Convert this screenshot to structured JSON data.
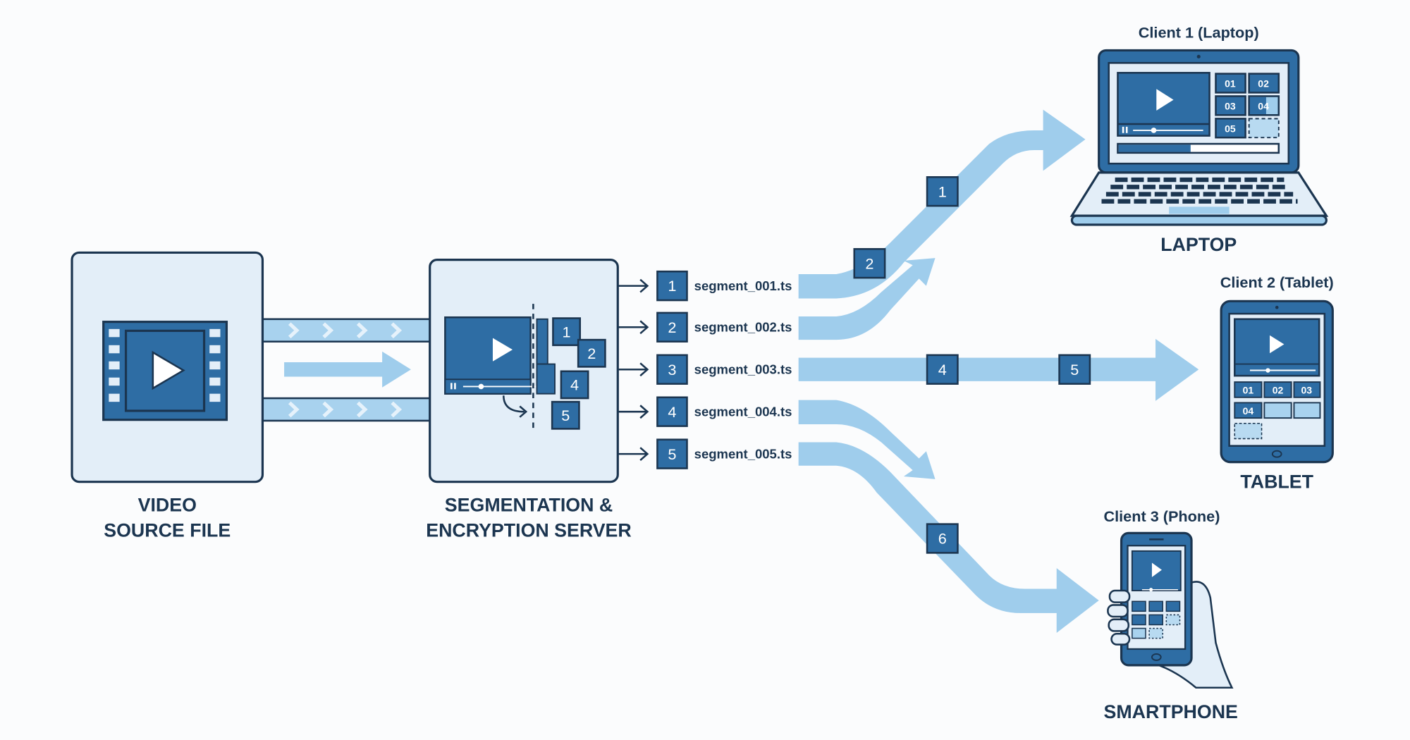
{
  "colors": {
    "navy": "#1b3550",
    "blue": "#2e6da4",
    "light": "#e3eef8",
    "flow": "#9fcdec"
  },
  "source": {
    "line1": "VIDEO",
    "line2": "SOURCE FILE",
    "icon": "film-play-icon"
  },
  "server": {
    "line1": "SEGMENTATION &",
    "line2": "ENCRYPTION SERVER",
    "chunks": [
      "1",
      "2",
      "4",
      "5"
    ]
  },
  "segments": [
    {
      "num": "1",
      "file": "segment_001.ts"
    },
    {
      "num": "2",
      "file": "segment_002.ts"
    },
    {
      "num": "3",
      "file": "segment_003.ts"
    },
    {
      "num": "4",
      "file": "segment_004.ts"
    },
    {
      "num": "5",
      "file": "segment_005.ts"
    }
  ],
  "flow_badges": [
    "1",
    "2",
    "4",
    "5",
    "6"
  ],
  "clients": {
    "laptop": {
      "title": "Client 1 (Laptop)",
      "label": "LAPTOP",
      "tiles": [
        "01",
        "02",
        "03",
        "04",
        "05"
      ]
    },
    "tablet": {
      "title": "Client 2 (Tablet)",
      "label": "TABLET",
      "tiles": [
        "01",
        "02",
        "03",
        "04"
      ]
    },
    "phone": {
      "title": "Client 3 (Phone)",
      "label": "SMARTPHONE"
    }
  }
}
